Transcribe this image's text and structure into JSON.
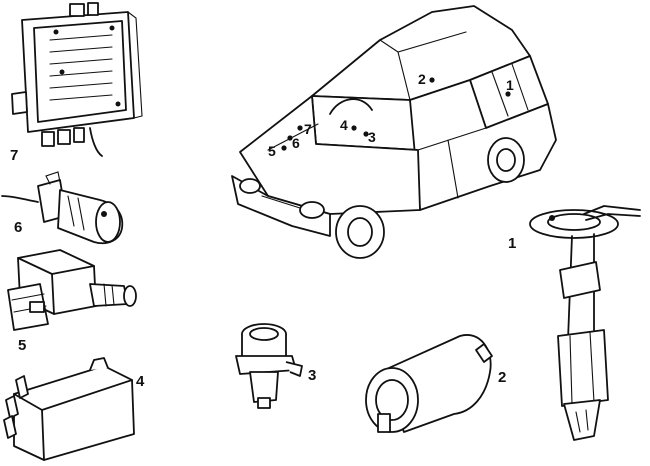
{
  "callouts": {
    "ecu": "7",
    "valve": "6",
    "solenoid": "5",
    "relay": "4",
    "sensor": "3",
    "filter": "2",
    "pump": "1"
  },
  "car_markers": {
    "m1": "1",
    "m2": "2",
    "m3": "3",
    "m4": "4",
    "m5": "5",
    "m6": "6",
    "m7": "7"
  }
}
